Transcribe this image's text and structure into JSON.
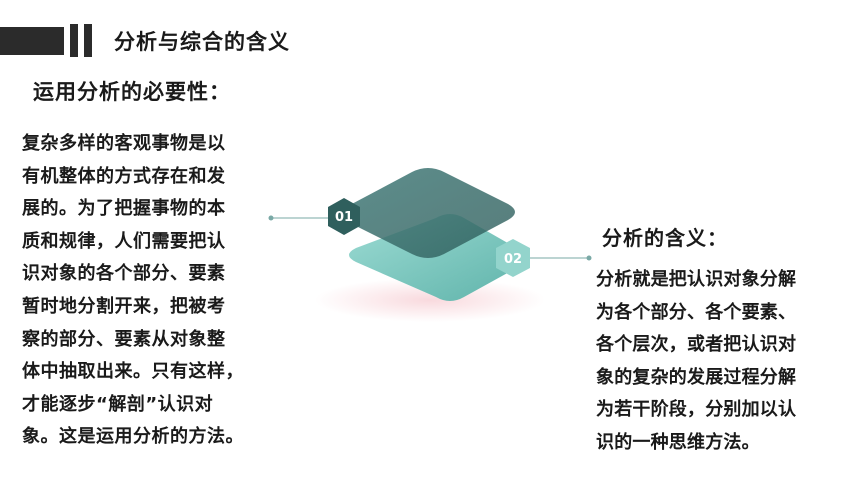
{
  "header": {
    "title": "分析与综合的含义"
  },
  "left": {
    "heading": "运用分析的必要性：",
    "lines": [
      "复杂多样的客观事物是以",
      "有机整体的方式存在和发",
      "展的。为了把握事物的本",
      "质和规律，人们需要把认",
      "识对象的各个部分、要素",
      "暂时地分割开来，把被考",
      "察的部分、要素从对象整",
      "体中抽取出来。只有这样，",
      "才能逐步“解剖”认识对",
      "象。这是运用分析的方法。"
    ]
  },
  "right": {
    "heading": "分析的含义：",
    "lines": [
      "分析就是把认识对象分解",
      "为各个部分、各个要素、",
      "各个层次，或者把认识对",
      "象的复杂的发展过程分解",
      "为若干阶段，分别加以认",
      "识的一种思维方法。"
    ]
  },
  "diagram": {
    "badge1": "01",
    "badge2": "02"
  },
  "colors": {
    "dark_bar": "#2b2b2b",
    "teal_dark": "#2f5f5d",
    "teal_light": "#8fd2cb"
  }
}
